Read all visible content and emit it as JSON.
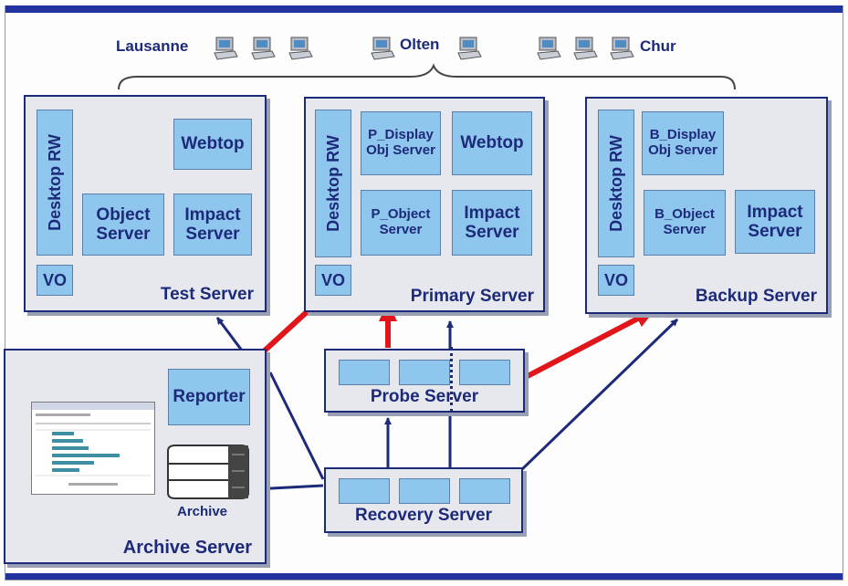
{
  "sites": {
    "lausanne": "Lausanne",
    "olten": "Olten",
    "chur": "Chur"
  },
  "test_server": {
    "title": "Test Server",
    "desktop_rw": "Desktop RW",
    "vo": "VO",
    "webtop": "Webtop",
    "object_server": "Object\nServer",
    "impact_server": "Impact\nServer"
  },
  "primary_server": {
    "title": "Primary Server",
    "desktop_rw": "Desktop RW",
    "vo": "VO",
    "p_display": "P_Display\nObj Server",
    "webtop": "Webtop",
    "p_object": "P_Object\nServer",
    "impact_server": "Impact\nServer"
  },
  "backup_server": {
    "title": "Backup Server",
    "desktop_rw": "Desktop RW",
    "vo": "VO",
    "b_display": "B_Display\nObj Server",
    "b_object": "B_Object\nServer",
    "impact_server": "Impact\nServer"
  },
  "probe_server": {
    "title": "Probe Server"
  },
  "recovery_server": {
    "title": "Recovery Server"
  },
  "archive_server": {
    "title": "Archive Server",
    "reporter": "Reporter",
    "archive": "Archive"
  },
  "colors": {
    "navy": "#1d2a7a",
    "box_fill": "#8ec6ee",
    "server_fill": "#e6e8ee",
    "red_arrow": "#e0161b",
    "bar": "#2233a0"
  },
  "icons": [
    "computer-icon",
    "database-icon",
    "report-screenshot"
  ]
}
